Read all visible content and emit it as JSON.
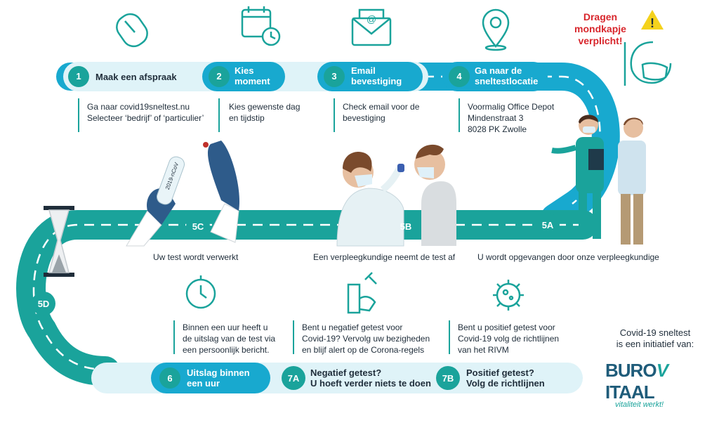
{
  "colors": {
    "teal": "#1aa39b",
    "blue": "#18a9cf",
    "light": "#dff3f8",
    "dark": "#1f2d3a",
    "red": "#d8262c",
    "yellow": "#f4d21c"
  },
  "steps": [
    {
      "num": "1",
      "title": "Maak een afspraak",
      "desc": [
        "Ga naar covid19sneltest.nu",
        "Selecteer ‘bedrijf’ of ‘particulier’"
      ]
    },
    {
      "num": "2",
      "title_lines": [
        "Kies",
        "moment"
      ],
      "desc": [
        "Kies gewenste dag",
        "en tijdstip"
      ]
    },
    {
      "num": "3",
      "title_lines": [
        "Email",
        "bevestiging"
      ],
      "desc": [
        "Check email voor de",
        "bevestiging"
      ]
    },
    {
      "num": "4",
      "title_lines": [
        "Ga naar de",
        "sneltestlocatie"
      ],
      "desc": [
        "Voormalig Office Depot",
        "Mindenstraat 3",
        "8028 PK Zwolle"
      ]
    }
  ],
  "middle": {
    "5A": {
      "label": "5A",
      "desc": "U wordt opgevangen door onze verpleegkundige"
    },
    "5B": {
      "label": "5B",
      "desc": "Een verpleegkundige neemt de test af"
    },
    "5C": {
      "label": "5C",
      "desc": "Uw test wordt verwerkt"
    },
    "5D": {
      "label": "5D"
    }
  },
  "bottom": [
    {
      "num": "6",
      "title_lines": [
        "Uitslag binnen",
        "een uur"
      ],
      "desc": [
        "Binnen een uur heeft u",
        "de uitslag van de test via",
        "een persoonlijk bericht."
      ]
    },
    {
      "num": "7A",
      "title_lines": [
        "Negatief getest?",
        "U hoeft verder niets te doen"
      ],
      "desc": [
        "Bent u negatief getest voor",
        "Covid-19? Vervolg uw bezigheden",
        "en blijf alert op de Corona-regels"
      ]
    },
    {
      "num": "7B",
      "title_lines": [
        "Positief getest?",
        "Volg de richtlijnen"
      ],
      "desc": [
        "Bent u positief getest voor",
        "Covid-19 volg de richtlijnen",
        "van het RIVM"
      ]
    }
  ],
  "warning": {
    "lines": [
      "Dragen",
      "mondkapje",
      "verplicht!"
    ],
    "icon_glyph": "!"
  },
  "tube_label": "2019-nCoV",
  "brand": {
    "intro_lines": [
      "Covid-19 sneltest",
      "is een initiatief van:"
    ],
    "logo_left": "BURO",
    "logo_right": "ITAAL",
    "tagline": "vitaliteit werkt!"
  },
  "icons": [
    "mouse-icon",
    "calendar-clock-icon",
    "email-icon",
    "location-pin-icon",
    "warning-icon",
    "mask-face-icon",
    "hourglass-icon",
    "stopwatch-icon",
    "wrench-hand-icon",
    "virus-icon"
  ]
}
